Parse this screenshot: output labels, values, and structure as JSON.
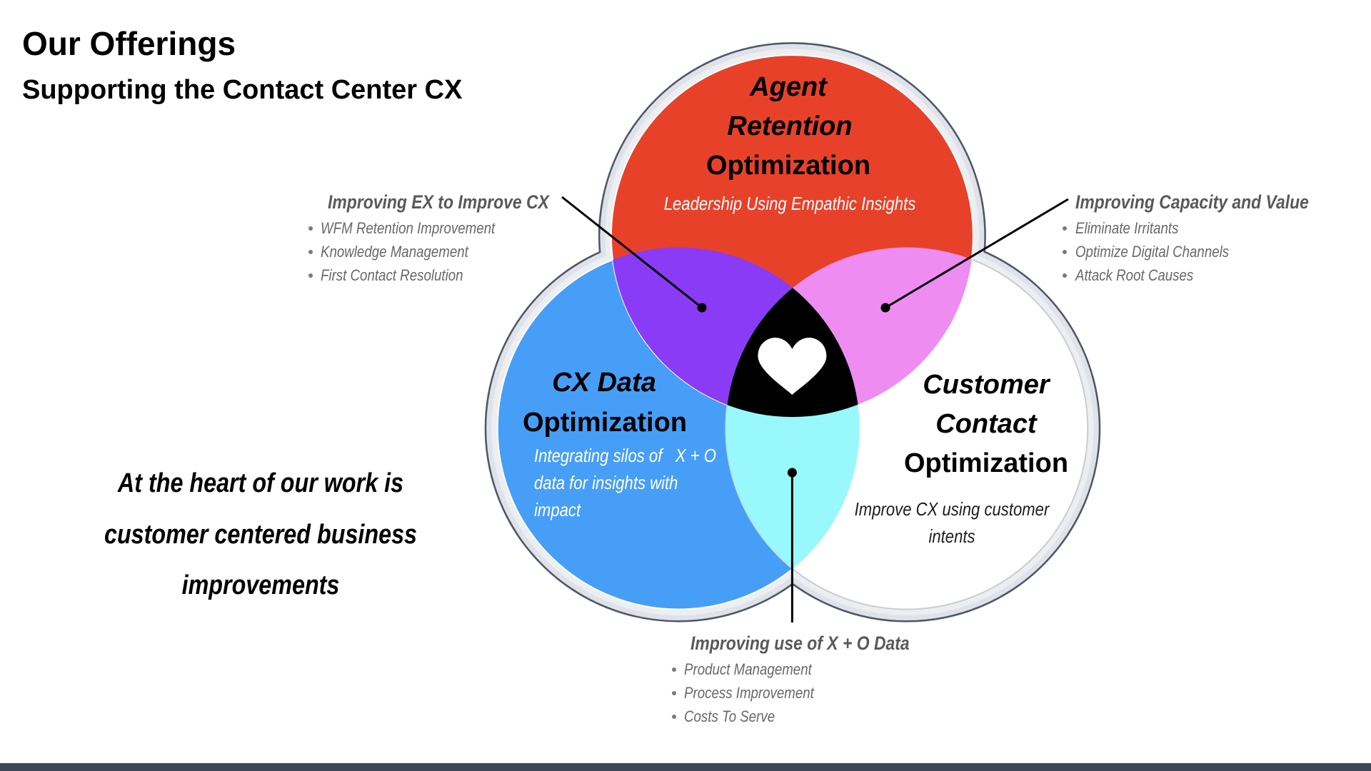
{
  "header": {
    "title": "Our Offerings",
    "subtitle": "Supporting the Contact Center CX"
  },
  "statement": {
    "lines": [
      "At the heart of our work is",
      "customer centered business",
      "improvements"
    ]
  },
  "venn": {
    "circles": {
      "agent_retention": {
        "title_lines": [
          "Agent",
          "Retention",
          "Optimization"
        ],
        "description": "Leadership Using Empathic Insights",
        "color": "#e8412a"
      },
      "cx_data": {
        "title_lines": [
          "CX Data",
          "Optimization"
        ],
        "description_lines": [
          "Integrating silos of   X + O",
          "data for insights with",
          "impact"
        ],
        "color": "#479ef6"
      },
      "customer_contact": {
        "title_lines": [
          "Customer",
          "Contact",
          "Optimization"
        ],
        "description_lines": [
          "Improve CX using customer",
          "intents"
        ],
        "color": "#ffffff"
      }
    },
    "overlaps": {
      "agent_and_cx_data": "#8a3bf5",
      "agent_and_customer_contact": "#ee8cf2",
      "cx_data_and_customer_contact": "#98f8fb",
      "center": "#000000"
    },
    "center_icon": {
      "name": "heart-icon",
      "color": "#ffffff"
    },
    "ring": {
      "outline": "#4f5668",
      "band": "#dfe2e8"
    }
  },
  "callouts": [
    {
      "heading": "Improving EX to Improve CX",
      "bullets": [
        "WFM Retention Improvement",
        "Knowledge Management",
        "First Contact Resolution"
      ]
    },
    {
      "heading": "Improving Capacity and Value",
      "bullets": [
        "Eliminate Irritants",
        "Optimize Digital Channels",
        "Attack Root Causes"
      ]
    },
    {
      "heading": "Improving use of X + O Data",
      "bullets": [
        "Product Management",
        "Process Improvement",
        "Costs To Serve"
      ]
    }
  ],
  "footer": {
    "bar_color": "#3d4758"
  }
}
